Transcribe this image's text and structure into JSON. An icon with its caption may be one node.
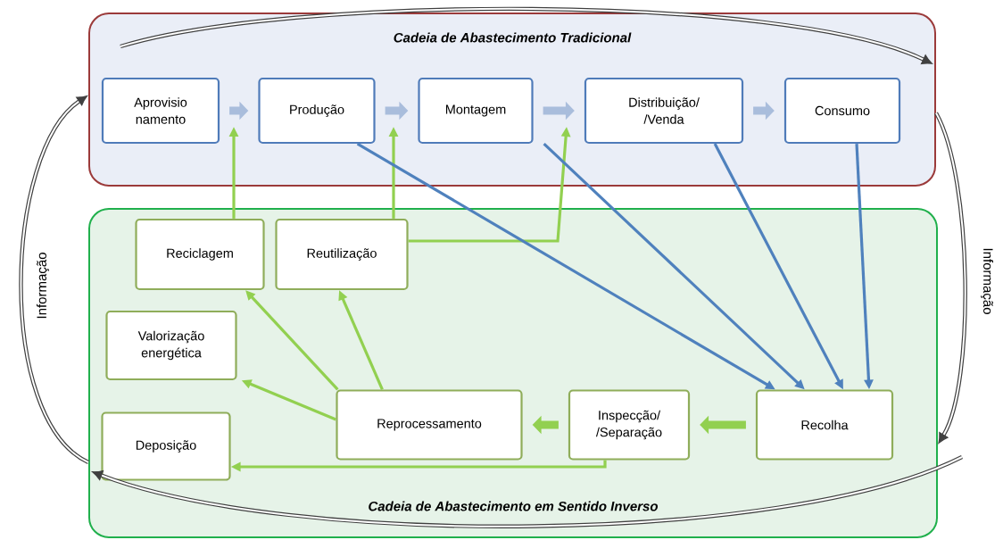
{
  "diagram": {
    "nodes": [
      {
        "text": [
          "Cadeia de Abastecimento Tradicional"
        ]
      },
      {
        "text": [
          "Aprovisio namento"
        ],
        "in": 0
      },
      {
        "text": [
          "Produção"
        ],
        "in": 0
      },
      {
        "text": [
          "Montagem"
        ],
        "in": 0
      },
      {
        "text": [
          "Distribuição/ /Venda"
        ],
        "in": 0
      },
      {
        "text": [
          "Consumo"
        ],
        "in": 0
      },
      {
        "text": [
          "Cadeia de Abastecimento em Sentido Inverso"
        ]
      },
      {
        "text": [
          "Reciclagem"
        ],
        "in": 6
      },
      {
        "text": [
          "Reutilização"
        ],
        "in": 6
      },
      {
        "text": [
          "Valorização energética"
        ],
        "in": 6
      },
      {
        "text": [
          "Deposição"
        ],
        "in": 6
      },
      {
        "text": [
          "Reprocessamento"
        ],
        "in": 6
      },
      {
        "text": [
          "Inspecção/ /Separação"
        ],
        "in": 6
      },
      {
        "text": [
          "Recolha"
        ],
        "in": 6
      }
    ],
    "edges": [
      {
        "from": 1,
        "to": 2,
        "arrow": "to",
        "style": "thick",
        "color": "#a9bddc"
      },
      {
        "from": 2,
        "to": 3,
        "arrow": "to",
        "style": "thick",
        "color": "#a9bddc"
      },
      {
        "from": 3,
        "to": 4,
        "arrow": "to",
        "style": "thick",
        "color": "#a9bddc"
      },
      {
        "from": 4,
        "to": 5,
        "arrow": "to",
        "style": "thick",
        "color": "#a9bddc"
      },
      {
        "from": 7,
        "to": null,
        "arrow": "to",
        "color": "#92d050"
      },
      {
        "from": 8,
        "to": null,
        "arrow": "to",
        "color": "#92d050"
      },
      {
        "from": 8,
        "to": null,
        "arrow": "to",
        "color": "#92d050"
      },
      {
        "from": 2,
        "to": 13,
        "arrow": "to",
        "color": "#4f81bd"
      },
      {
        "from": 3,
        "to": 13,
        "arrow": "to",
        "color": "#4f81bd"
      },
      {
        "from": 4,
        "to": 13,
        "arrow": "to",
        "color": "#4f81bd"
      },
      {
        "from": 5,
        "to": 13,
        "arrow": "to",
        "color": "#4f81bd"
      },
      {
        "from": 13,
        "to": 12,
        "arrow": "to",
        "style": "thick",
        "color": "#92d050"
      },
      {
        "from": 12,
        "to": 11,
        "arrow": "to",
        "style": "thick",
        "color": "#92d050"
      },
      {
        "from": 11,
        "to": 7,
        "arrow": "to",
        "color": "#92d050"
      },
      {
        "from": 11,
        "to": 8,
        "arrow": "to",
        "color": "#92d050"
      },
      {
        "from": 11,
        "to": 9,
        "arrow": "to",
        "color": "#92d050"
      },
      {
        "from": 12,
        "to": 10,
        "arrow": "to",
        "color": "#92d050"
      },
      {
        "from": 6,
        "to": 0,
        "arrow": "to",
        "label": "Informação",
        "color": "#404040"
      },
      {
        "from": 0,
        "to": 6,
        "arrow": "to",
        "label": "Informação",
        "color": "#404040"
      }
    ]
  }
}
